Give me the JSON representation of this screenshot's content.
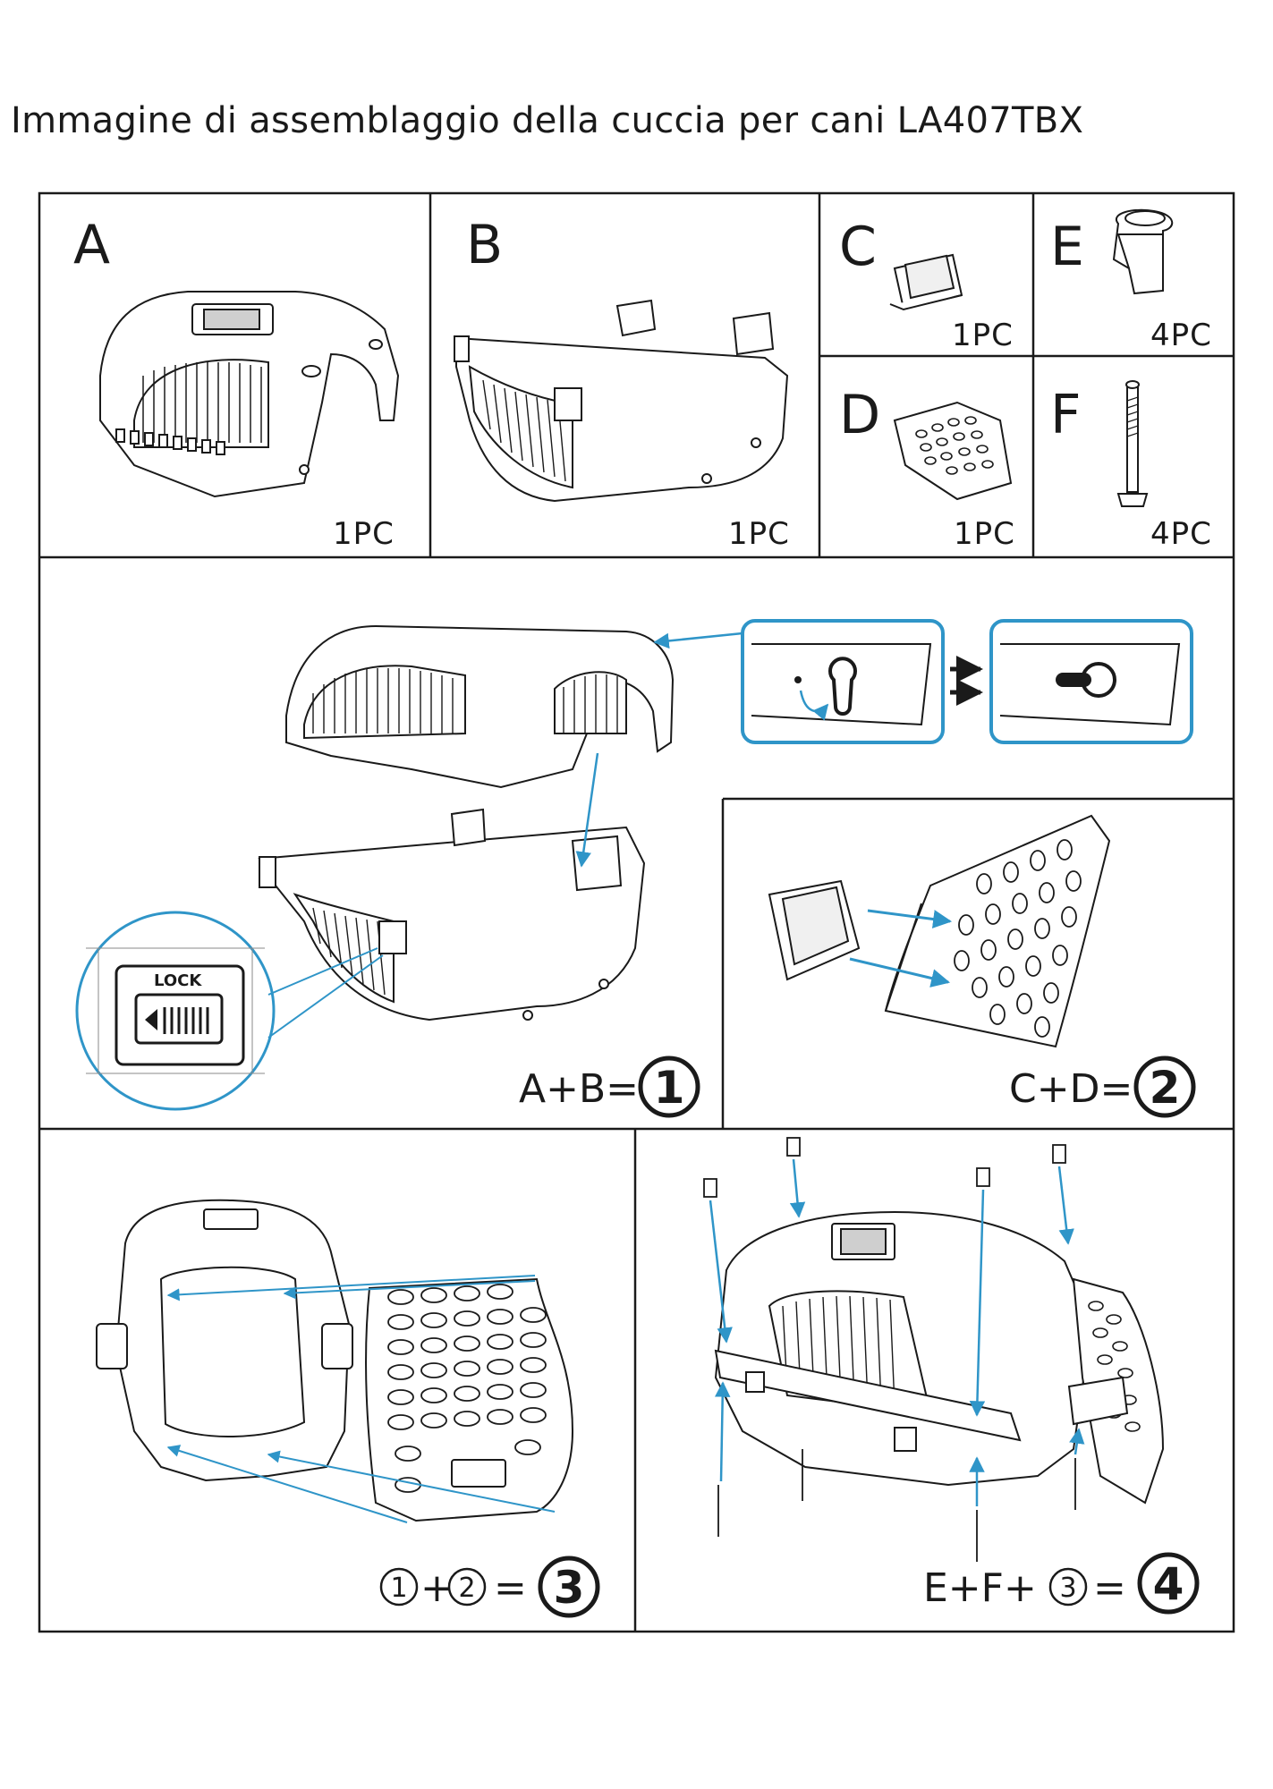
{
  "title": "Immagine di assemblaggio della cuccia per cani LA407TBX",
  "parts": [
    {
      "letter": "A",
      "qty": "1PC"
    },
    {
      "letter": "B",
      "qty": "1PC"
    },
    {
      "letter": "C",
      "qty": "1PC"
    },
    {
      "letter": "E",
      "qty": "4PC"
    },
    {
      "letter": "D",
      "qty": "1PC"
    },
    {
      "letter": "F",
      "qty": "4PC"
    }
  ],
  "steps": [
    {
      "formula": "A+B=",
      "result": "1"
    },
    {
      "formula": "C+D=",
      "result": "2"
    },
    {
      "formula_a": "1",
      "plus": "+",
      "formula_b": "2",
      "equals": "=",
      "result": "3"
    },
    {
      "formula": "E+F+",
      "inline": "3",
      "equals": "=",
      "result": "4"
    }
  ],
  "lock_label": "LOCK",
  "colors": {
    "line": "#1a1a1a",
    "arrow": "#2f95c8",
    "callout": "#2f95c8"
  }
}
